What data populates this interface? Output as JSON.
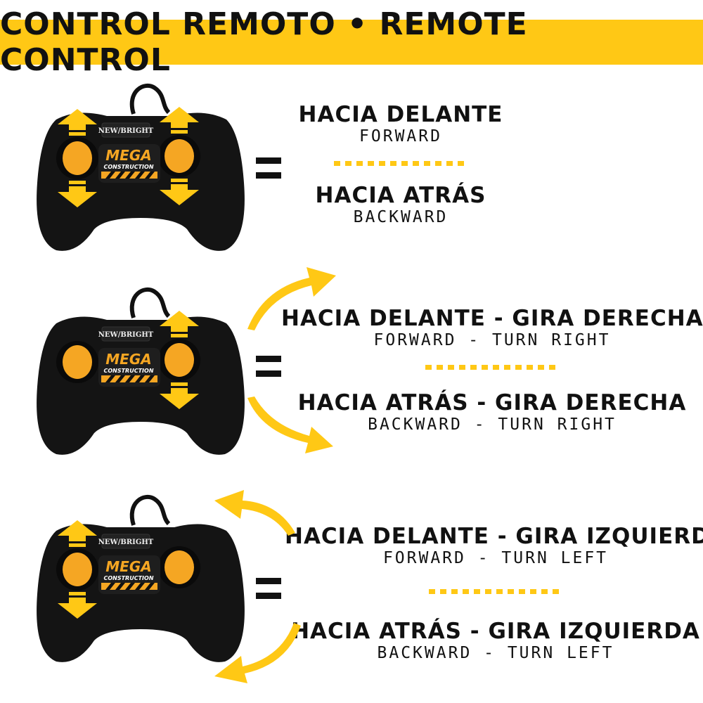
{
  "header": {
    "title": "CONTROL REMOTO • REMOTE CONTROL"
  },
  "colors": {
    "accent": "#FFC815",
    "controller": "#141414",
    "stick": "#F5A623"
  },
  "controller": {
    "brand": "NEW/BRIGHT",
    "logo_top": "MEGA",
    "logo_bottom": "CONSTRUCTION"
  },
  "sections": [
    {
      "sticks_active": "both",
      "forward_es": "HACIA DELANTE",
      "forward_en": "FORWARD",
      "backward_es": "HACIA ATRÁS",
      "backward_en": "BACKWARD"
    },
    {
      "sticks_active": "right",
      "forward_es": "HACIA DELANTE - GIRA DERECHA",
      "forward_en": "FORWARD - TURN RIGHT",
      "backward_es": "HACIA ATRÁS - GIRA DERECHA",
      "backward_en": "BACKWARD - TURN RIGHT"
    },
    {
      "sticks_active": "left",
      "forward_es": "HACIA DELANTE - GIRA IZQUIERDA",
      "forward_en": "FORWARD - TURN LEFT",
      "backward_es": "HACIA ATRÁS - GIRA IZQUIERDA",
      "backward_en": "BACKWARD - TURN LEFT"
    }
  ]
}
